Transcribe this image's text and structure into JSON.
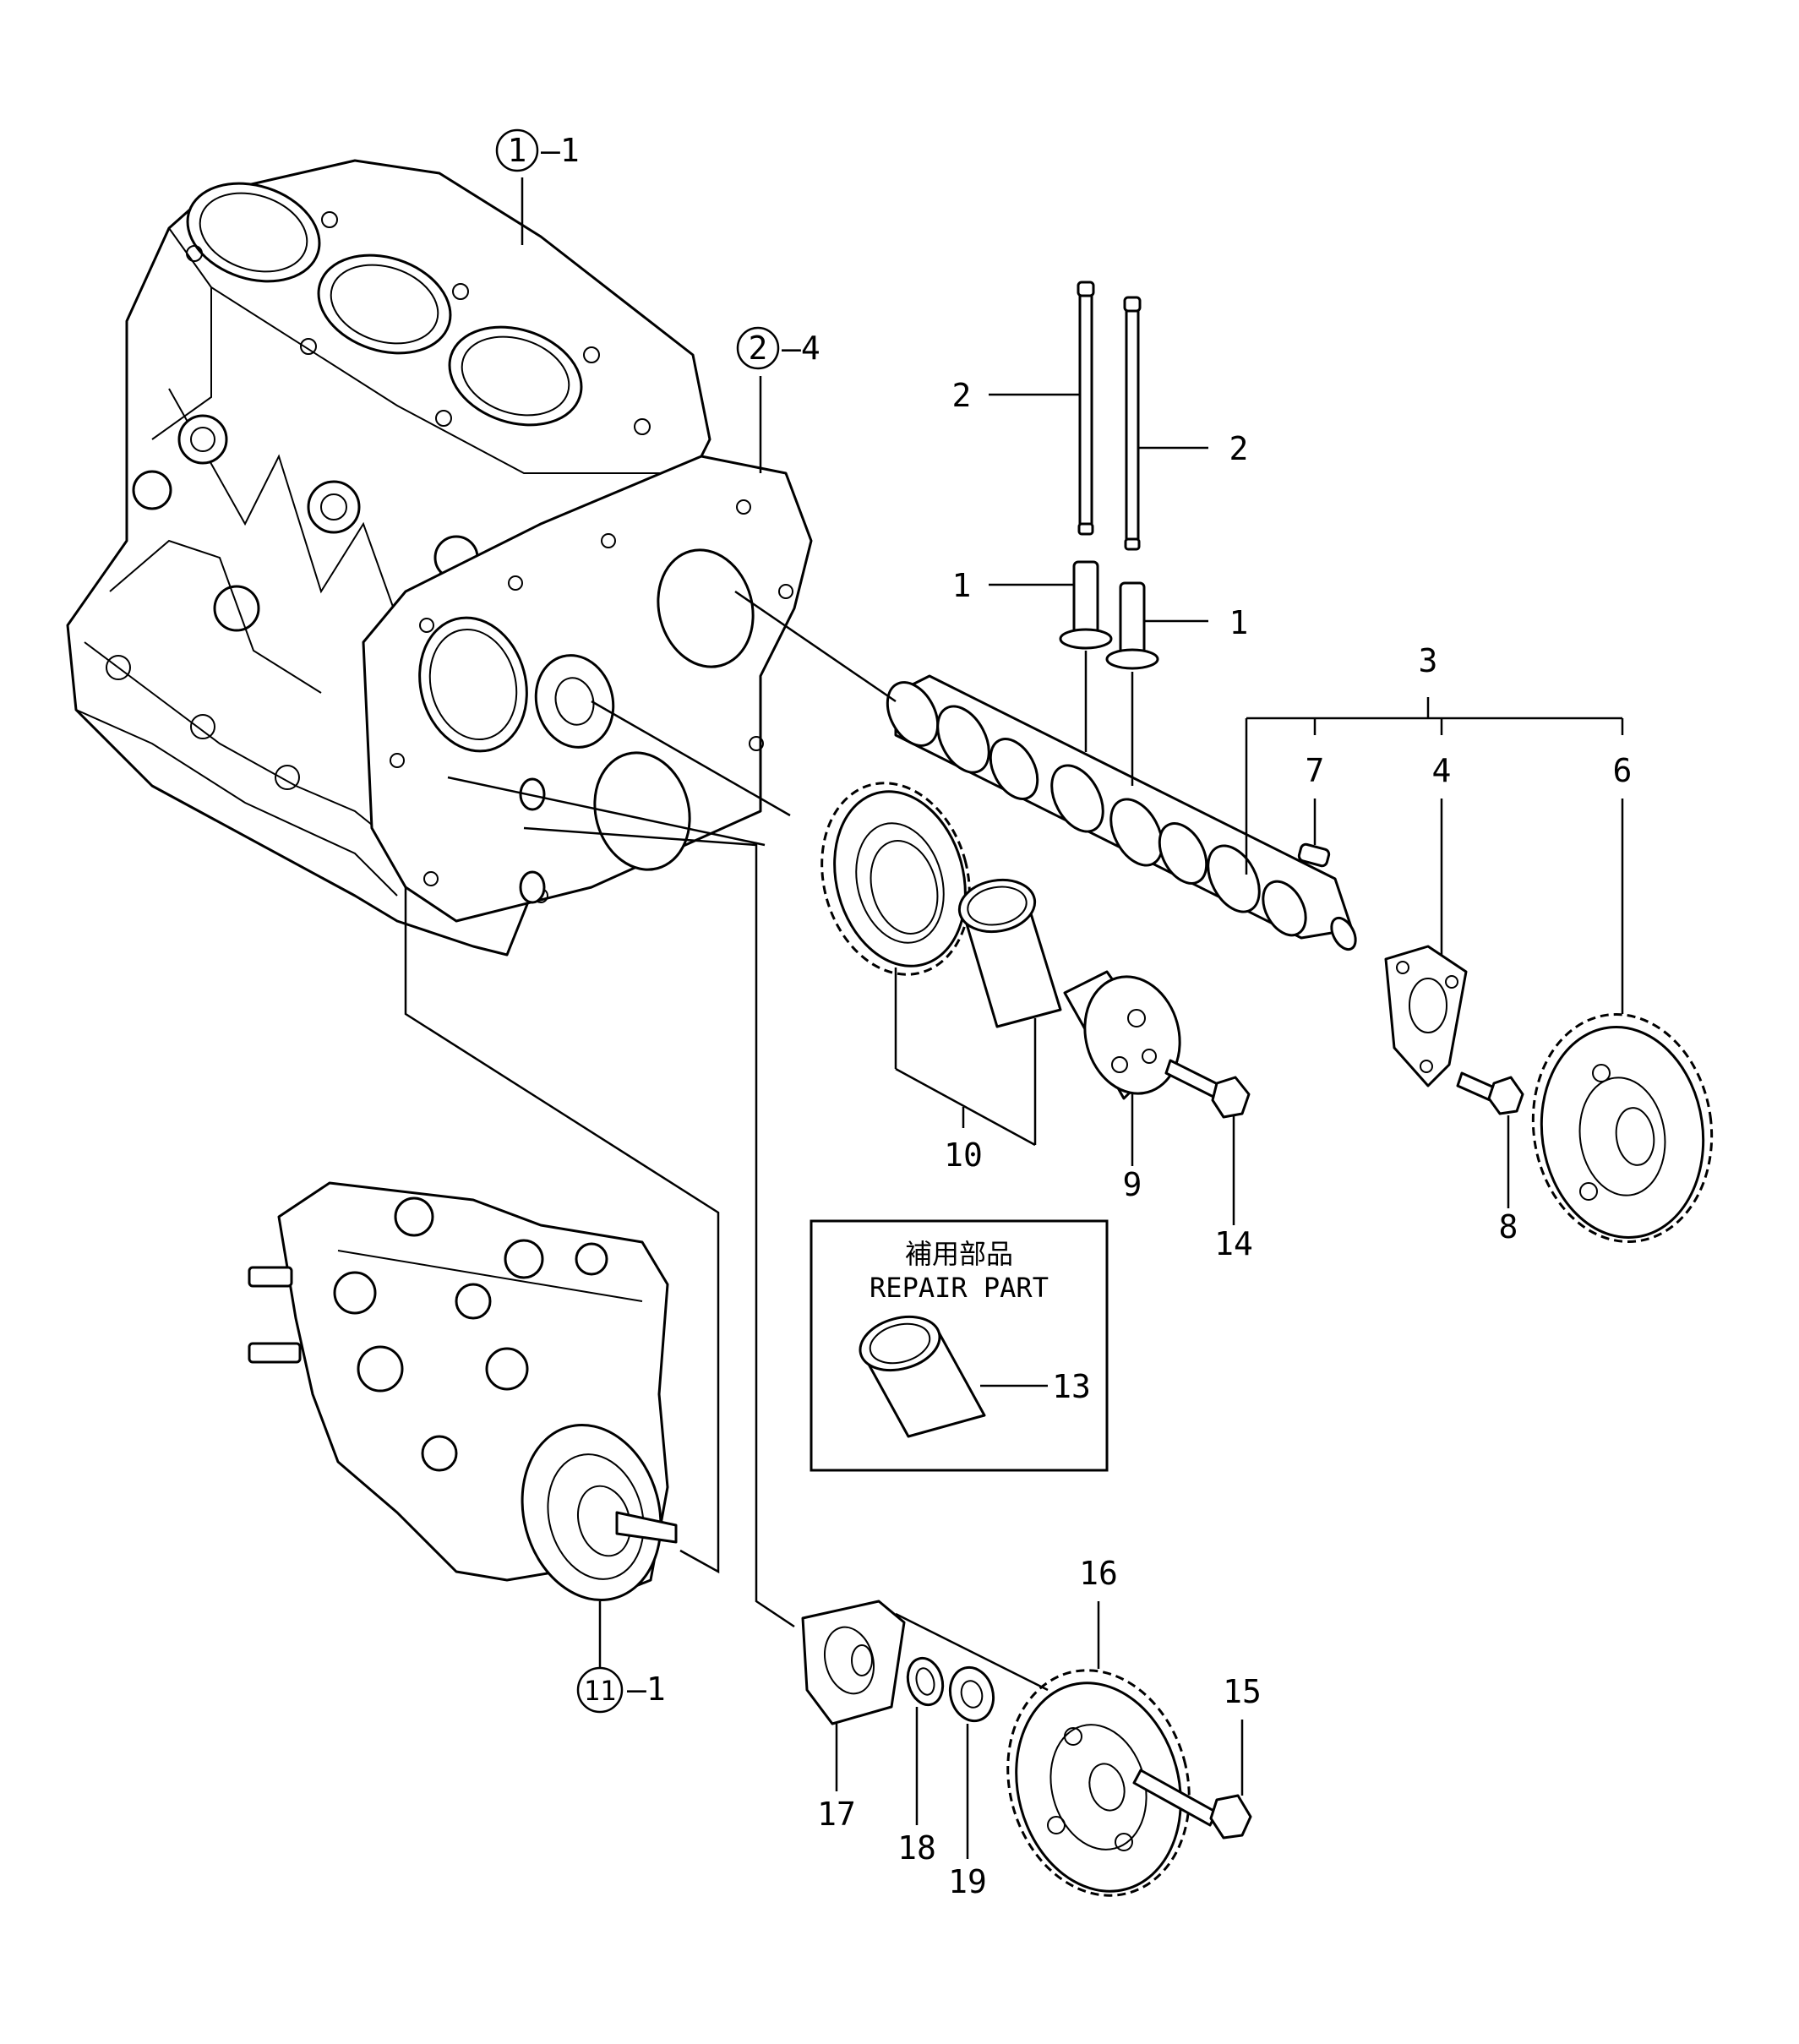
{
  "callouts": {
    "ref_1": {
      "circle": "1",
      "suffix": "–1"
    },
    "ref_2": {
      "circle": "2",
      "suffix": "–4"
    },
    "ref_11": {
      "circle": "11",
      "suffix": "–1"
    },
    "push_rod_left": "2",
    "push_rod_right": "2",
    "tappet_left": "1",
    "tappet_right": "1",
    "camshaft_assy": "3",
    "key": "7",
    "thrust_plate": "4",
    "cam_gear": "6",
    "idle_gear_assy": "10",
    "idle_gear_shaft": "9",
    "bolt_14": "14",
    "bolt_8": "8",
    "bushing_repair": "13",
    "pump_gear": "16",
    "bolt_15": "15",
    "pump_flange": "17",
    "washer": "18",
    "nut": "19"
  },
  "repair_box": {
    "title_jp": "補用部品",
    "title_en": "REPAIR PART"
  }
}
